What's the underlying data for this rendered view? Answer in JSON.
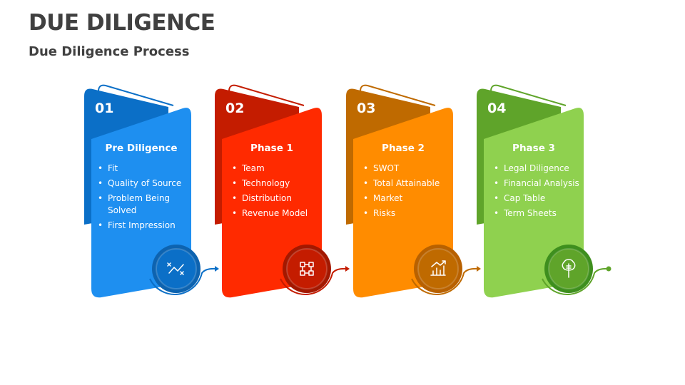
{
  "header": {
    "title": "DUE DILIGENCE",
    "subtitle": "Due Diligence Process"
  },
  "steps": [
    {
      "number": "01",
      "title": "Pre Diligence",
      "items": [
        "Fit",
        "Quality of Source",
        "Problem Being Solved",
        "First Impression"
      ],
      "icon": "strategy-icon",
      "colors": {
        "main": "#1E8FF0",
        "dark": "#0B6FC7",
        "circle": "#0D63B0"
      }
    },
    {
      "number": "02",
      "title": "Phase 1",
      "items": [
        "Team",
        "Technology",
        "Distribution",
        "Revenue Model"
      ],
      "icon": "network-icon",
      "colors": {
        "main": "#FF2A00",
        "dark": "#C41C00",
        "circle": "#A31800"
      }
    },
    {
      "number": "03",
      "title": "Phase 2",
      "items": [
        "SWOT",
        "Total Attainable",
        "Market",
        "Risks"
      ],
      "icon": "growth-chart-icon",
      "colors": {
        "main": "#FF8C00",
        "dark": "#BF6A00",
        "circle": "#B86100"
      }
    },
    {
      "number": "04",
      "title": "Phase 3",
      "items": [
        "Legal Diligence",
        "Financial Analysis",
        "Cap Table",
        "Term Sheets"
      ],
      "icon": "money-tree-icon",
      "colors": {
        "main": "#8FD14F",
        "dark": "#5FA42A",
        "circle": "#3E8F1E"
      }
    }
  ]
}
